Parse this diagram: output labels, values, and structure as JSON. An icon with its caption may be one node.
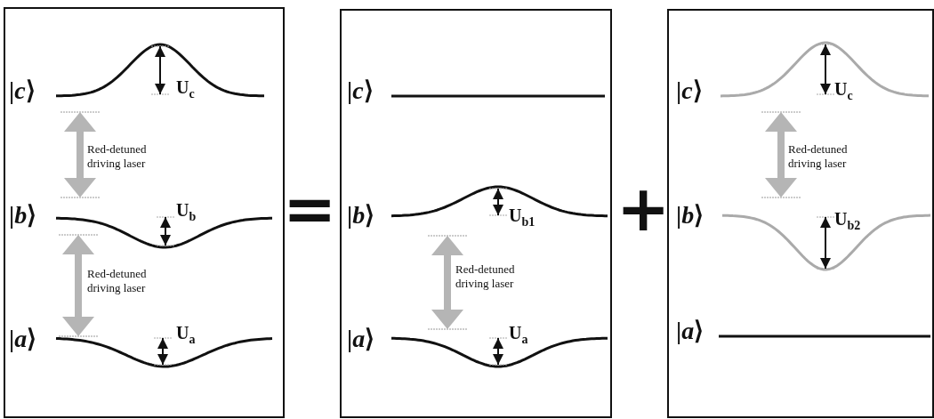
{
  "diagram": {
    "nodes": [
      {
        "text": [],
        "shape": "box"
      },
      {
        "text": [],
        "shape": "box"
      },
      {
        "text": [],
        "shape": "box"
      }
    ],
    "labels": [
      "|*c*⟩",
      "U$_{c}$",
      "Red-detuned driving laser",
      "|*b*⟩",
      "U$_{b}$",
      "Red-detuned driving laser",
      "|*a*⟩",
      "U$_{a}$",
      "=",
      "|*c*⟩",
      "|*b*⟩",
      "U$_{b1}$",
      "Red-detuned driving laser",
      "|*a*⟩",
      "U$_{a}$",
      "+",
      "|*c*⟩",
      "U$_{c}$",
      "Red-detuned driving laser",
      "|*b*⟩",
      "U$_{b2}$",
      "|*a*⟩"
    ]
  }
}
